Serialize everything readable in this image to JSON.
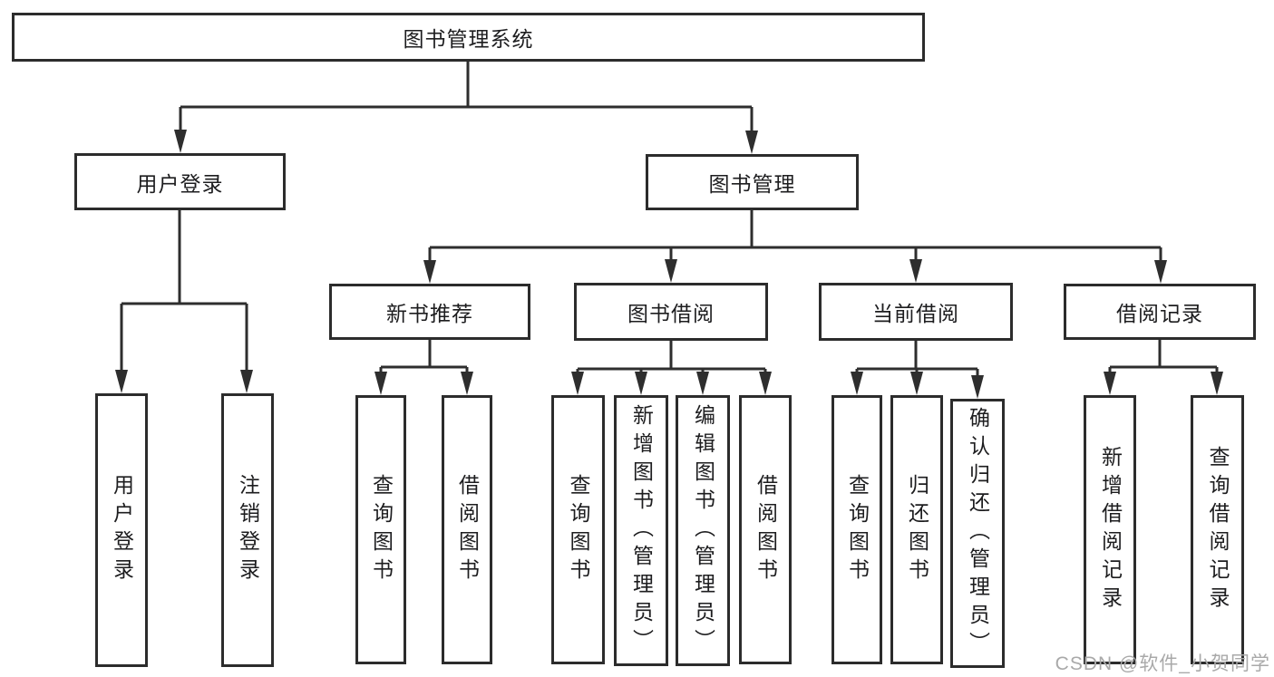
{
  "diagram": {
    "root": "图书管理系统",
    "branches": [
      {
        "label": "用户登录",
        "leaves": [
          "用户登录",
          "注销登录"
        ]
      },
      {
        "label": "图书管理",
        "groups": [
          {
            "label": "新书推荐",
            "leaves": [
              "查询图书",
              "借阅图书"
            ]
          },
          {
            "label": "图书借阅",
            "leaves": [
              "查询图书",
              "新增图书（管理员）",
              "编辑图书（管理员）",
              "借阅图书"
            ]
          },
          {
            "label": "当前借阅",
            "leaves": [
              "查询图书",
              "归还图书",
              "确认归还（管理员）"
            ]
          },
          {
            "label": "借阅记录",
            "leaves": [
              "新增借阅记录",
              "查询借阅记录"
            ]
          }
        ]
      }
    ]
  },
  "watermark": "CSDN @软件_小贺同学",
  "colors": {
    "line": "#2e2e2e",
    "box_border": "#2c2c2c",
    "text": "#1d1d1f",
    "watermark": "#a9a9a9",
    "background": "#ffffff"
  }
}
